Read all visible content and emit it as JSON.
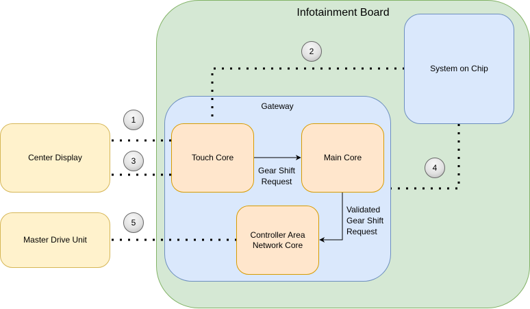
{
  "title": "Infotainment Board",
  "containers": {
    "board": {
      "label": "Infotainment Board",
      "fill": "#d5e8d4",
      "stroke": "#82b366"
    },
    "gateway": {
      "label": "Gateway",
      "fill": "#dae8fc",
      "stroke": "#6c8ebf"
    }
  },
  "nodes": {
    "system_on_chip": {
      "label": "System on Chip"
    },
    "touch_core": {
      "label": "Touch Core"
    },
    "main_core": {
      "label": "Main Core"
    },
    "can_core": {
      "label": "Controller Area Network Core"
    },
    "center_display": {
      "label": "Center Display"
    },
    "master_drive_unit": {
      "label": "Master Drive Unit"
    }
  },
  "edges": {
    "gear_shift_request": {
      "label_line1": "Gear Shift",
      "label_line2": "Request",
      "from": "Touch Core",
      "to": "Main Core",
      "style": "solid-arrow"
    },
    "validated_gear_shift_request": {
      "label_line1": "Validated",
      "label_line2": "Gear Shift",
      "label_line3": "Request",
      "from": "Main Core",
      "to": "Controller Area Network Core",
      "style": "solid-arrow"
    },
    "link_1": {
      "from": "Center Display",
      "to": "Touch Core",
      "style": "dotted"
    },
    "link_2": {
      "from": "Touch Core",
      "to": "System on Chip",
      "style": "dotted"
    },
    "link_3": {
      "from": "Center Display",
      "to": "Touch Core",
      "style": "dotted"
    },
    "link_4": {
      "from": "System on Chip",
      "to": "Main Core",
      "style": "dotted"
    },
    "link_5": {
      "from": "Master Drive Unit",
      "to": "Controller Area Network Core",
      "style": "dotted"
    }
  },
  "badges": [
    "1",
    "2",
    "3",
    "4",
    "5"
  ],
  "colors": {
    "core_fill": "#ffe6cc",
    "core_stroke": "#d79b00",
    "external_fill": "#fff2cc",
    "external_stroke": "#d6b656"
  }
}
